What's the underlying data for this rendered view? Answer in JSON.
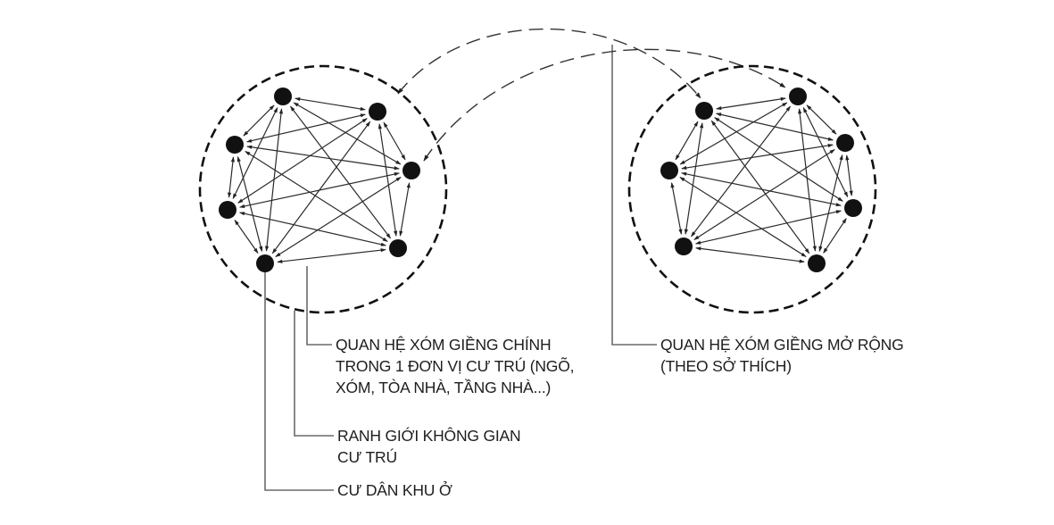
{
  "diagram": {
    "title": "",
    "colors": {
      "node": "#111111",
      "boundary": "#111111",
      "edge": "#2a2a2a",
      "extended_edge": "#333333",
      "leader": "#6a6a6a",
      "text": "#1e1e1e"
    },
    "groups": [
      {
        "id": "left-cluster",
        "nodes": 7,
        "boundary": "dashed-circle",
        "connections": "all-pairs-bidirectional"
      },
      {
        "id": "right-cluster",
        "nodes": 7,
        "boundary": "dashed-circle",
        "connections": "all-pairs-bidirectional"
      }
    ],
    "extended_links": [
      {
        "from": "left-cluster",
        "to": "right-cluster",
        "style": "dashed-curve-bidirectional"
      },
      {
        "from": "left-cluster",
        "to": "right-cluster",
        "style": "dashed-curve-bidirectional"
      }
    ],
    "labels": {
      "main_relation": [
        "QUAN HỆ XÓM GIỀNG CHÍNH",
        "TRONG 1 ĐƠN VỊ CƯ TRÚ (NGÕ,",
        "XÓM, TÒA NHÀ, TẦNG NHÀ...)"
      ],
      "extended_relation": [
        "QUAN HỆ XÓM GIỀNG MỞ RỘNG",
        "(THEO SỞ THÍCH)"
      ],
      "boundary": [
        "RANH GIỚI KHÔNG GIAN",
        "CƯ TRÚ"
      ],
      "resident": [
        "CƯ DÂN KHU Ở"
      ]
    }
  }
}
